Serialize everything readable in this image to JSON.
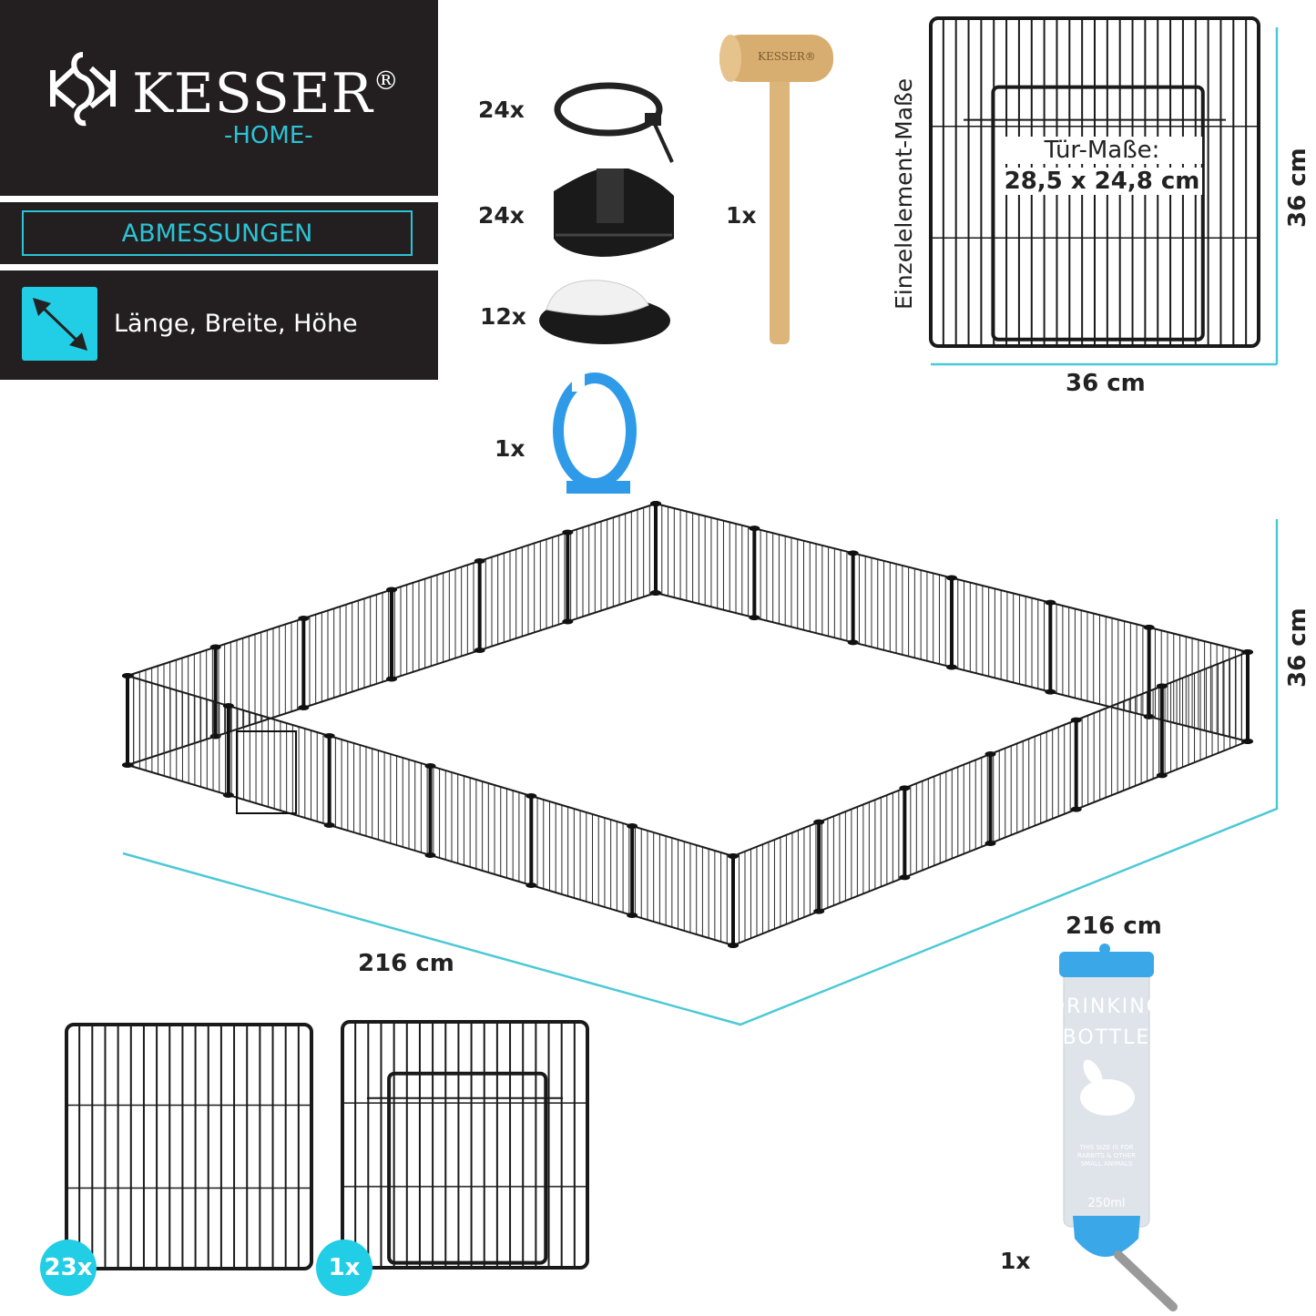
{
  "brand": {
    "name": "KESSER",
    "registered": "®",
    "sub": "-HOME-",
    "monogram": "KH"
  },
  "section_title": "ABMESSUNGEN",
  "dimension_legend": {
    "icon": "diagonal-double-arrow-icon",
    "label": "Länge, Breite, Höhe"
  },
  "accessories": [
    {
      "name": "cable-tie",
      "qty": "24x"
    },
    {
      "name": "connector-clip",
      "qty": "24x"
    },
    {
      "name": "adhesive-pad",
      "qty": "12x"
    },
    {
      "name": "bottle-holder-ring",
      "qty": "1x"
    },
    {
      "name": "wooden-mallet",
      "qty": "1x",
      "engraving": "KESSER®"
    }
  ],
  "single_panel": {
    "side_label": "Einzelelement-Maße",
    "door_title": "Tür-Maße:",
    "door_size": "28,5 x 24,8 cm",
    "width": "36 cm",
    "height": "36 cm"
  },
  "enclosure": {
    "length": "216 cm",
    "width": "216 cm",
    "height": "36 cm"
  },
  "panels": [
    {
      "type": "standard",
      "qty": "23x"
    },
    {
      "type": "door",
      "qty": "1x"
    }
  ],
  "bottle": {
    "qty": "1x",
    "line1": "DRINKING",
    "line2": "BOTTLE",
    "small_text": "THIS SIZE IS FOR RABBITS & OTHER SMALL ANIMALS",
    "volume": "250ml"
  },
  "colors": {
    "accent": "#22cde6",
    "panel_bg": "#231f20",
    "line": "#4cc9d6",
    "bottle_cap": "#3aa7e8"
  }
}
